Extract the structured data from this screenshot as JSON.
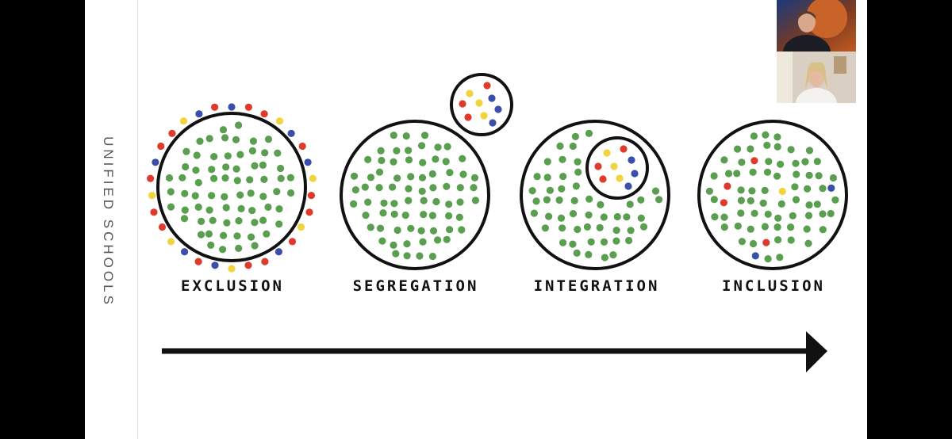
{
  "sidebar_title": "UNIFIED SCHOOLS",
  "stages": [
    {
      "label": "EXCLUSION"
    },
    {
      "label": "SEGREGATION"
    },
    {
      "label": "INTEGRATION"
    },
    {
      "label": "INCLUSION"
    }
  ],
  "colors": {
    "majority_dot": "#5a9e50",
    "red": "#e03a2c",
    "blue": "#3a4fa8",
    "yellow": "#f2d33c",
    "circle_stroke": "#111111",
    "arrow": "#111111"
  },
  "participants": [
    {
      "name": "",
      "icon": "video-participant-icon"
    },
    {
      "name": "",
      "icon": "video-participant-icon"
    }
  ]
}
